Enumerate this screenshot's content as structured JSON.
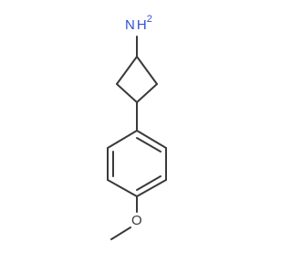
{
  "molecule": {
    "atom_labels": {
      "nh2_n": "N",
      "nh2_h": "H",
      "nh2_sub": "2",
      "methoxy_o": "O"
    },
    "colors": {
      "bond": "#3a3a3a",
      "nitrogen": "#2f4fd6",
      "oxygen": "#3a3a3a"
    }
  }
}
